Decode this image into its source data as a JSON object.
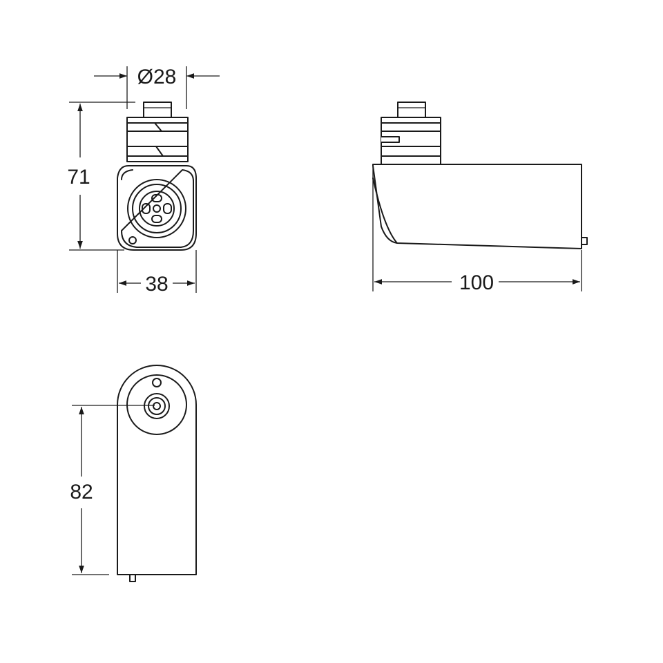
{
  "dimensions": {
    "diameter": "Ø28",
    "height_front": "71",
    "width_front": "38",
    "length_side": "100",
    "height_bottom": "82"
  }
}
